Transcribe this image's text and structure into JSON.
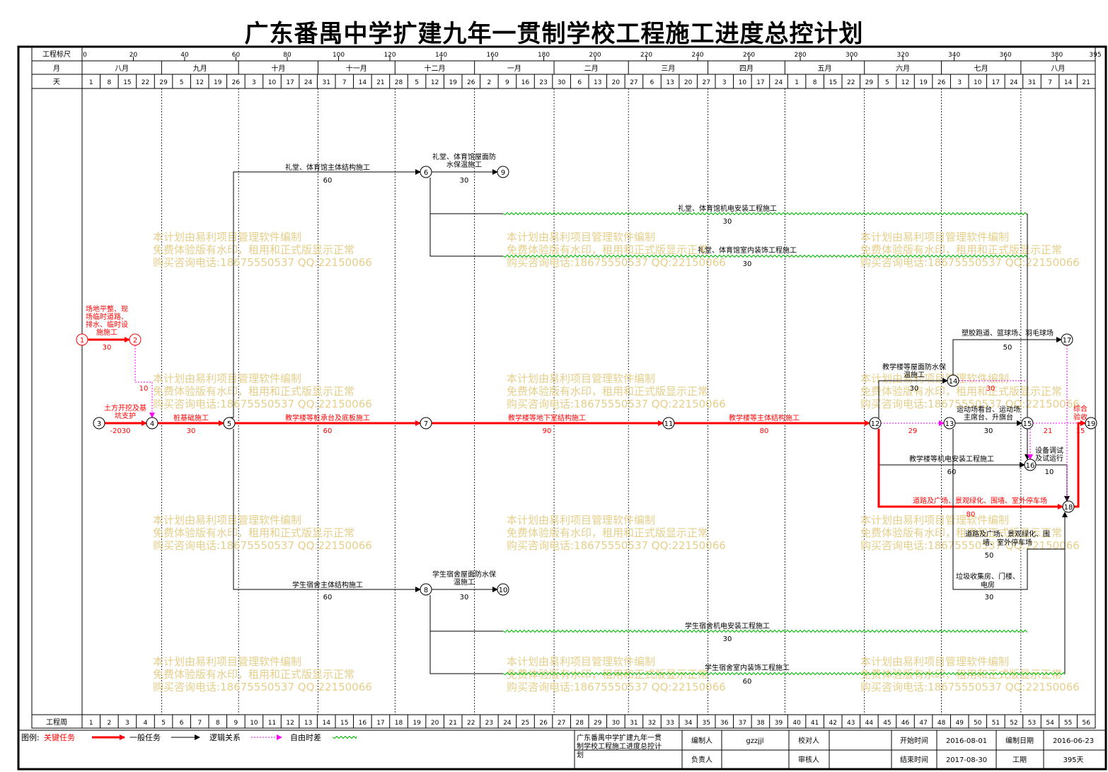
{
  "title": "广东番禺中学扩建九年一贯制学校工程施工进度总控计划",
  "rows": {
    "ruler": "工程标尺",
    "month": "月",
    "day": "天",
    "week": "工程周"
  },
  "ruler_ticks": [
    {
      "v": 0,
      "t": "0"
    },
    {
      "v": 20,
      "t": "20"
    },
    {
      "v": 40,
      "t": "40"
    },
    {
      "v": 60,
      "t": "60"
    },
    {
      "v": 80,
      "t": "80"
    },
    {
      "v": 100,
      "t": "100"
    },
    {
      "v": 120,
      "t": "120"
    },
    {
      "v": 140,
      "t": "140"
    },
    {
      "v": 160,
      "t": "160"
    },
    {
      "v": 180,
      "t": "180"
    },
    {
      "v": 200,
      "t": "200"
    },
    {
      "v": 220,
      "t": "220"
    },
    {
      "v": 240,
      "t": "240"
    },
    {
      "v": 260,
      "t": "260"
    },
    {
      "v": 280,
      "t": "280"
    },
    {
      "v": 300,
      "t": "300"
    },
    {
      "v": 320,
      "t": "320"
    },
    {
      "v": 340,
      "t": "340"
    },
    {
      "v": 360,
      "t": "360"
    },
    {
      "v": 380,
      "t": "380"
    },
    {
      "v": 395,
      "t": "395"
    }
  ],
  "months": [
    {
      "s": 0,
      "e": 31,
      "t": "八月"
    },
    {
      "s": 31,
      "e": 61,
      "t": "九月"
    },
    {
      "s": 61,
      "e": 92,
      "t": "十月"
    },
    {
      "s": 92,
      "e": 122,
      "t": "十一月"
    },
    {
      "s": 122,
      "e": 153,
      "t": "十二月"
    },
    {
      "s": 153,
      "e": 184,
      "t": "一月"
    },
    {
      "s": 184,
      "e": 213,
      "t": "二月"
    },
    {
      "s": 213,
      "e": 244,
      "t": "三月"
    },
    {
      "s": 244,
      "e": 274,
      "t": "四月"
    },
    {
      "s": 274,
      "e": 305,
      "t": "五月"
    },
    {
      "s": 305,
      "e": 335,
      "t": "六月"
    },
    {
      "s": 335,
      "e": 366,
      "t": "七月"
    },
    {
      "s": 366,
      "e": 395,
      "t": "八月"
    }
  ],
  "days": [
    "1",
    "8",
    "15",
    "22",
    "29",
    "5",
    "12",
    "19",
    "26",
    "3",
    "10",
    "17",
    "24",
    "31",
    "7",
    "14",
    "21",
    "28",
    "5",
    "12",
    "19",
    "26",
    "2",
    "9",
    "16",
    "23",
    "30",
    "6",
    "13",
    "20",
    "27",
    "6",
    "13",
    "20",
    "27",
    "3",
    "10",
    "17",
    "24",
    "1",
    "8",
    "15",
    "22",
    "29",
    "5",
    "12",
    "19",
    "26",
    "3",
    "10",
    "17",
    "24",
    "31",
    "7",
    "14",
    "21"
  ],
  "weeks": [
    "1",
    "2",
    "3",
    "4",
    "5",
    "6",
    "7",
    "8",
    "9",
    "10",
    "11",
    "12",
    "13",
    "14",
    "15",
    "16",
    "17",
    "18",
    "19",
    "20",
    "21",
    "22",
    "23",
    "24",
    "25",
    "26",
    "27",
    "28",
    "29",
    "30",
    "31",
    "32",
    "33",
    "34",
    "35",
    "36",
    "37",
    "38",
    "39",
    "40",
    "41",
    "42",
    "43",
    "44",
    "45",
    "46",
    "47",
    "48",
    "49",
    "50",
    "51",
    "52",
    "53",
    "54",
    "55",
    "56"
  ],
  "nodes": [
    {
      "id": "1",
      "c": true
    },
    {
      "id": "2",
      "c": true
    },
    {
      "id": "3",
      "c": false
    },
    {
      "id": "4",
      "c": false
    },
    {
      "id": "5",
      "c": false
    },
    {
      "id": "6",
      "c": false
    },
    {
      "id": "7",
      "c": false
    },
    {
      "id": "8",
      "c": false
    },
    {
      "id": "9",
      "c": false
    },
    {
      "id": "10",
      "c": false
    },
    {
      "id": "11",
      "c": false
    },
    {
      "id": "12",
      "c": false
    },
    {
      "id": "13",
      "c": false
    },
    {
      "id": "14",
      "c": false
    },
    {
      "id": "15",
      "c": false
    },
    {
      "id": "16",
      "c": false
    },
    {
      "id": "17",
      "c": false
    },
    {
      "id": "18",
      "c": false
    },
    {
      "id": "19",
      "c": false
    }
  ],
  "tasks": [
    {
      "name": "场地平整、现场临时道路、排水、临时设施施工",
      "lines": [
        "场地平整、现",
        "场临时道路、",
        "排水、临时设",
        "施施工"
      ],
      "dur": "30",
      "crit": true
    },
    {
      "name": "土方开挖及基坑支护",
      "lines": [
        "土方开挖及基",
        "坑支护"
      ],
      "dur": "-2030",
      "crit": true
    },
    {
      "name": "桩基础施工",
      "dur": "30",
      "crit": true
    },
    {
      "name": "教学楼等桩承台及底板施工",
      "dur": "60",
      "crit": true
    },
    {
      "name": "教学楼等地下室结构施工",
      "dur": "90",
      "crit": true
    },
    {
      "name": "教学楼等主体结构施工",
      "dur": "80",
      "crit": true
    },
    {
      "name": "礼堂、体育馆主体结构施工",
      "dur": "60",
      "crit": false
    },
    {
      "name": "礼堂、体育馆屋面防水保温施工",
      "lines": [
        "礼堂、体育馆屋面防",
        "水保温施工"
      ],
      "dur": "30",
      "crit": false
    },
    {
      "name": "礼堂、体育馆机电安装工程施工",
      "dur": "30",
      "crit": false
    },
    {
      "name": "礼堂、体育馆室内装饰工程施工",
      "dur": "30",
      "crit": false
    },
    {
      "name": "学生宿舍主体结构施工",
      "dur": "60",
      "crit": false
    },
    {
      "name": "学生宿舍屋面防水保温施工",
      "lines": [
        "学生宿舍屋面防水保",
        "温施工"
      ],
      "dur": "30",
      "crit": false
    },
    {
      "name": "学生宿舍机电安装工程施工",
      "dur": "30",
      "crit": false
    },
    {
      "name": "学生宿舍室内装饰工程施工",
      "dur": "60",
      "crit": false
    },
    {
      "name": "教学楼等屋面防水保温施工",
      "lines": [
        "教学楼等屋面防水保",
        "温施工"
      ],
      "dur": "30",
      "crit": false
    },
    {
      "name": "塑胶跑道、篮球场、羽毛球场",
      "dur": "50",
      "crit": false
    },
    {
      "name": "运动场看台、运动场主席台、升旗台",
      "lines": [
        "运动场看台、运动场",
        "主席台、升旗台"
      ],
      "dur": "30",
      "crit": false
    },
    {
      "name": "教学楼等机电安装工程施工",
      "dur": "60",
      "crit": false
    },
    {
      "name": "道路及广场、景观绿化、围墙、室外停车场",
      "dur": "80",
      "crit": true
    },
    {
      "name": "道路及广场、景观绿化、围墙、室外停车场",
      "lines": [
        "道路及广场、景观绿化、围",
        "墙、室外停车场"
      ],
      "dur": "50",
      "crit": false
    },
    {
      "name": "垃圾收集房、门楼、电房",
      "lines": [
        "垃圾收集房、门楼、",
        "电房"
      ],
      "dur": "30",
      "crit": false
    },
    {
      "name": "设备调试及试运行",
      "lines": [
        "设备调试",
        "及试运行"
      ],
      "dur": "10",
      "crit": false
    },
    {
      "name": "综合验收",
      "lines": [
        "综合",
        "验收"
      ],
      "dur": "15",
      "crit": true
    }
  ],
  "floats": [
    "10",
    "29",
    "30",
    "21"
  ],
  "watermark": [
    "本计划由易利项目管理软件编制",
    "免费体验版有水印，租用和正式版显示正常",
    "购买咨询电话:18675550537 QQ:22150066"
  ],
  "legend": {
    "label": "图例:",
    "items": [
      "关键任务",
      "一般任务",
      "逻辑关系",
      "自由时差"
    ],
    "colors": {
      "critical": "#ff0000",
      "normal": "#000000",
      "logic": "#ff00ff",
      "float": "#00bb00"
    }
  },
  "info": {
    "name": "广东番禺中学扩建九年一贯制学校工程施工进度总控计划",
    "name_lines": [
      "广东番禺中学扩建九年一贯",
      "制学校工程施工进度总控计",
      "划"
    ],
    "editor_label": "编制人",
    "editor": "gzzjjl",
    "checker_label": "校对人",
    "checker": "",
    "leader_label": "负责人",
    "leader": "",
    "reviewer_label": "审核人",
    "reviewer": "",
    "start_label": "开始时间",
    "start": "2016-08-01",
    "end_label": "结束时间",
    "end": "2017-08-30",
    "date_label": "编制日期",
    "date": "2016-06-23",
    "period_label": "工期",
    "period": "395天"
  },
  "colors": {
    "critical": "#ff0000",
    "float": "#00bb00",
    "logic": "#ff00ff",
    "watermark": "#e6cf8a"
  }
}
